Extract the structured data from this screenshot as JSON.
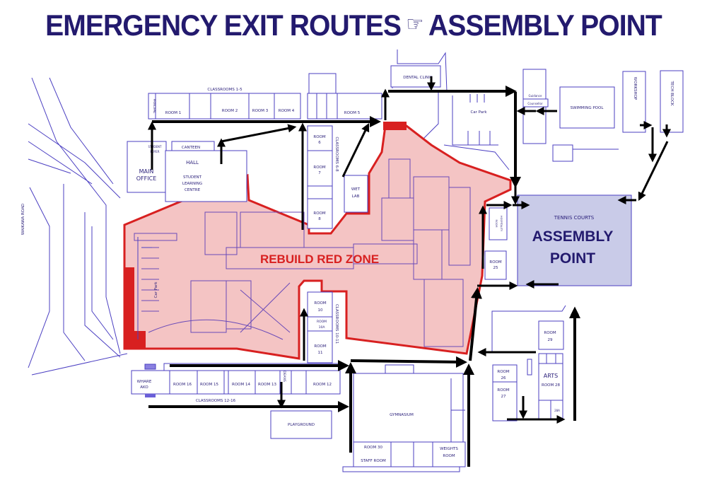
{
  "title": {
    "left": "EMERGENCY EXIT ROUTES",
    "icon": "pointing-hand-icon",
    "right": "ASSEMBLY POINT"
  },
  "colors": {
    "title": "#231a6e",
    "outline": "#4b3fc2",
    "red_zone_fill": "#f4c4c4",
    "red_zone_border": "#d82020",
    "assembly_fill": "#c9cbe8",
    "arrows": "#000000"
  },
  "red_zone": {
    "label": "REBUILD  RED ZONE"
  },
  "assembly": {
    "area": "TENNIS COURTS",
    "line1": "ASSEMBLY",
    "line2": "POINT"
  },
  "labels": {
    "road": "WAIKAWA ROAD",
    "classrooms_1_5": "CLASSROOMS 1-5",
    "principal": "PRINCIPAL",
    "room1": "ROOM 1",
    "room2": "ROOM 2",
    "room3": "ROOM 3",
    "room4": "ROOM 4",
    "room5": "ROOM 5",
    "student_foyer_1": "STUDENT",
    "student_foyer_2": "FOYER",
    "canteen": "CANTEEN",
    "main_office_1": "MAIN",
    "main_office_2": "OFFICE",
    "hall": "HALL",
    "slc_1": "STUDENT",
    "slc_2": "LEARNING",
    "slc_3": "CENTRE",
    "room6": "ROOM",
    "room6n": "6",
    "room7": "ROOM",
    "room7n": "7",
    "room8": "ROOM",
    "room8n": "8",
    "classrooms_6_8": "CLASSROOMS 6-8",
    "wet_lab_1": "WET",
    "wet_lab_2": "LAB",
    "dental_clinic": "DENTAL CLINIC",
    "car_park_north": "Car Park",
    "car_park_west": "Car Park",
    "guidance": "Guidance",
    "counsellor": "Counsellor",
    "swimming_pool": "SWIMMING POOL",
    "workshop": "WORKSHOP",
    "tech_block": "TECH BLOCK",
    "hospitality_1": "HOSPITALITY",
    "hospitality_2": "ROOM",
    "room25": "ROOM",
    "room25n": "25",
    "room10": "ROOM",
    "room10n": "10",
    "room10a": "ROOM",
    "room10an": "10A",
    "room11": "ROOM",
    "room11n": "11",
    "classrooms_10_11": "CLASSROOMS 10-11",
    "whare_ako_1": "WHARE",
    "whare_ako_2": "AKO",
    "room16": "ROOM 16",
    "room15": "ROOM 15",
    "room14": "ROOM 14",
    "room13": "ROOM 13",
    "deans": "DEANS",
    "room12": "ROOM 12",
    "classrooms_12_16": "CLASSROOMS 12-16",
    "playground": "PLAYGROUND",
    "gymnasium": "GYMNASIUM",
    "room30": "ROOM 30",
    "staff_room": "STAFF ROOM",
    "weights_1": "WEIGHTS",
    "weights_2": "ROOM",
    "room29": "ROOM",
    "room29n": "29",
    "room26": "ROOM",
    "room26n": "26",
    "room27": "ROOM",
    "room27n": "27",
    "arts": "ARTS",
    "room28": "ROOM 28",
    "room28a": "28A"
  }
}
